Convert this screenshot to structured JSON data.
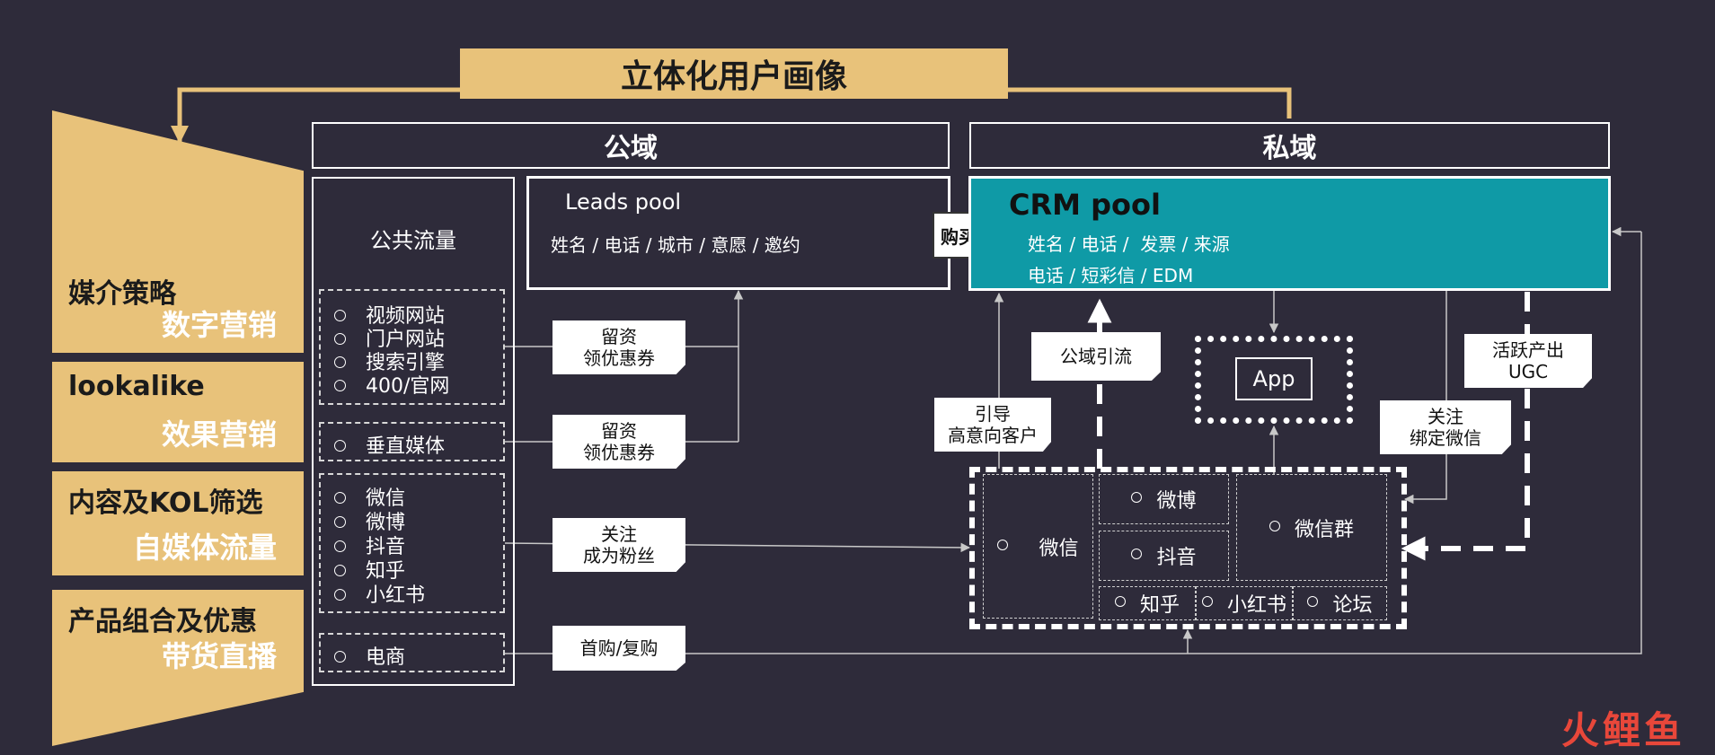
{
  "title": "立体化用户画像",
  "public_header": "公域",
  "private_header": "私域",
  "strategies": [
    {
      "line1": "媒介策略",
      "line2": "数字营销"
    },
    {
      "line1": "lookalike",
      "line2": "效果营销"
    },
    {
      "line1": "内容及KOL筛选",
      "line2": "自媒体流量"
    },
    {
      "line1": "产品组合及优惠",
      "line2": "带货直播"
    }
  ],
  "public_traffic": {
    "label": "公共流量",
    "group1": [
      "视频网站",
      "门户网站",
      "搜索引擎",
      "400/官网"
    ],
    "group2": [
      "垂直媒体"
    ],
    "group3": [
      "微信",
      "微博",
      "抖音",
      "知乎",
      "小红书"
    ],
    "group4": [
      "电商"
    ]
  },
  "leads_pool": {
    "title": "Leads pool",
    "fields": "姓名 / 电话 / 城市 / 意愿 / 邀约"
  },
  "buy_label": "购买",
  "crm_pool": {
    "title": "CRM pool",
    "line1": "姓名 / 电话 /  发票 / 来源",
    "line2": "电话 / 短彩信 / EDM",
    "color": "#0f9aa6"
  },
  "notes": {
    "leave_info_1": [
      "留资",
      "领优惠券"
    ],
    "leave_info_2": [
      "留资",
      "领优惠券"
    ],
    "follow_fans": [
      "关注",
      "成为粉丝"
    ],
    "repurchase": "首购/复购",
    "guide": [
      "引导",
      "高意向客户"
    ],
    "public_flow": "公域引流",
    "active_ugc": [
      "活跃产出",
      "UGC"
    ],
    "follow_bind": [
      "关注",
      "绑定微信"
    ]
  },
  "app_label": "App",
  "private_channels": {
    "wechat": "微信",
    "weibo": "微博",
    "douyin": "抖音",
    "wechat_group": "微信群",
    "zhihu": "知乎",
    "xiaohongshu": "小红书",
    "forum": "论坛"
  },
  "watermark": "火鲤鱼",
  "colors": {
    "background": "#2e2b3a",
    "gold": "#e8c27a",
    "teal": "#0f9aa6",
    "watermark_red": "#e8473a"
  }
}
